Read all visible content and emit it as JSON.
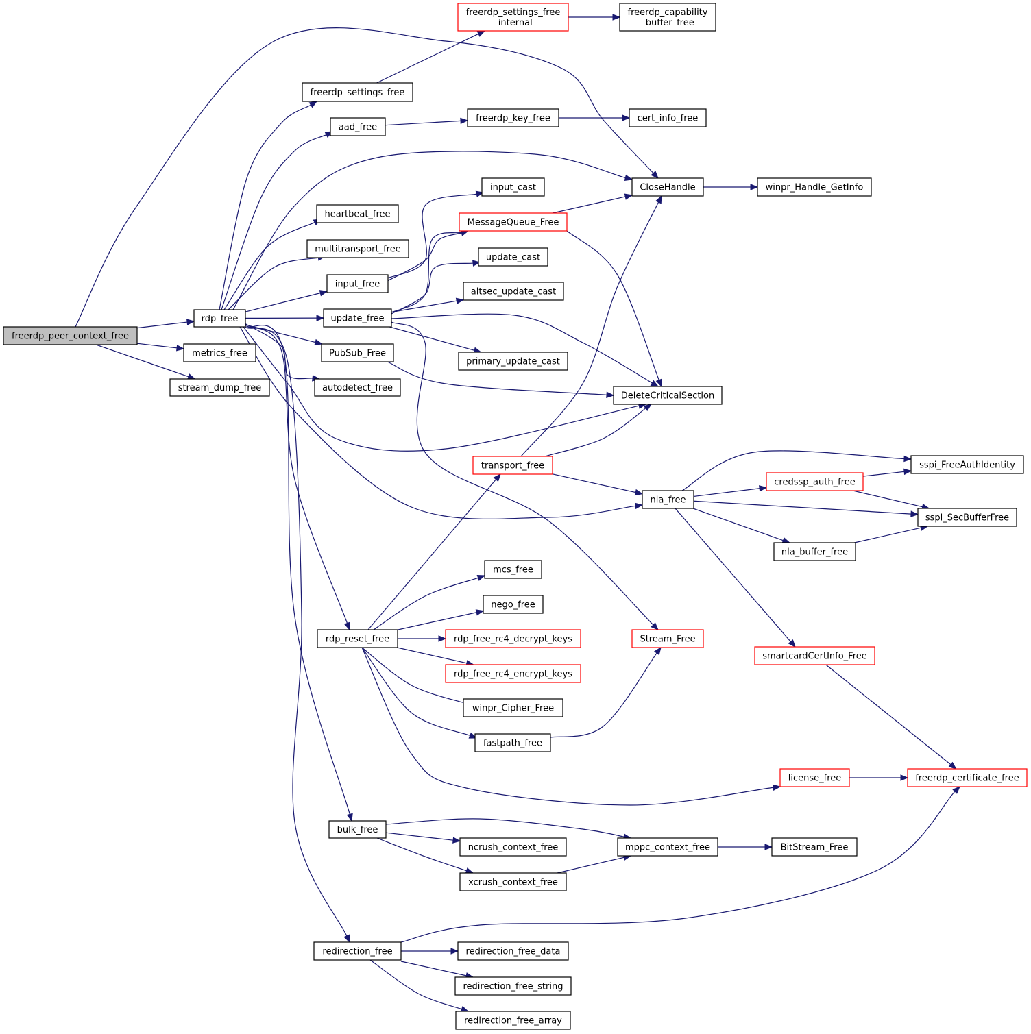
{
  "diagram": {
    "nodes": [
      {
        "id": "root",
        "lines": [
          "freerdp_peer_context_free"
        ],
        "style": "root"
      },
      {
        "id": "rdp_free",
        "lines": [
          "rdp_free"
        ],
        "style": "normal"
      },
      {
        "id": "metrics_free",
        "lines": [
          "metrics_free"
        ],
        "style": "normal"
      },
      {
        "id": "stream_dump_free",
        "lines": [
          "stream_dump_free"
        ],
        "style": "normal"
      },
      {
        "id": "freerdp_settings_free",
        "lines": [
          "freerdp_settings_free"
        ],
        "style": "normal"
      },
      {
        "id": "aad_free",
        "lines": [
          "aad_free"
        ],
        "style": "normal"
      },
      {
        "id": "heartbeat_free",
        "lines": [
          "heartbeat_free"
        ],
        "style": "normal"
      },
      {
        "id": "multitransport_free",
        "lines": [
          "multitransport_free"
        ],
        "style": "normal"
      },
      {
        "id": "input_free",
        "lines": [
          "input_free"
        ],
        "style": "normal"
      },
      {
        "id": "update_free",
        "lines": [
          "update_free"
        ],
        "style": "normal"
      },
      {
        "id": "PubSub_Free",
        "lines": [
          "PubSub_Free"
        ],
        "style": "normal"
      },
      {
        "id": "autodetect_free",
        "lines": [
          "autodetect_free"
        ],
        "style": "normal"
      },
      {
        "id": "rdp_reset_free",
        "lines": [
          "rdp_reset_free"
        ],
        "style": "normal"
      },
      {
        "id": "bulk_free",
        "lines": [
          "bulk_free"
        ],
        "style": "normal"
      },
      {
        "id": "redirection_free",
        "lines": [
          "redirection_free"
        ],
        "style": "normal"
      },
      {
        "id": "freerdp_settings_free_internal",
        "lines": [
          "freerdp_settings_free",
          "_internal"
        ],
        "style": "red"
      },
      {
        "id": "freerdp_key_free",
        "lines": [
          "freerdp_key_free"
        ],
        "style": "normal"
      },
      {
        "id": "input_cast",
        "lines": [
          "input_cast"
        ],
        "style": "normal"
      },
      {
        "id": "MessageQueue_Free",
        "lines": [
          "MessageQueue_Free"
        ],
        "style": "red"
      },
      {
        "id": "update_cast",
        "lines": [
          "update_cast"
        ],
        "style": "normal"
      },
      {
        "id": "altsec_update_cast",
        "lines": [
          "altsec_update_cast"
        ],
        "style": "normal"
      },
      {
        "id": "primary_update_cast",
        "lines": [
          "primary_update_cast"
        ],
        "style": "normal"
      },
      {
        "id": "transport_free",
        "lines": [
          "transport_free"
        ],
        "style": "red"
      },
      {
        "id": "mcs_free",
        "lines": [
          "mcs_free"
        ],
        "style": "normal"
      },
      {
        "id": "nego_free",
        "lines": [
          "nego_free"
        ],
        "style": "normal"
      },
      {
        "id": "rdp_free_rc4_decrypt_keys",
        "lines": [
          "rdp_free_rc4_decrypt_keys"
        ],
        "style": "red"
      },
      {
        "id": "rdp_free_rc4_encrypt_keys",
        "lines": [
          "rdp_free_rc4_encrypt_keys"
        ],
        "style": "red"
      },
      {
        "id": "winpr_Cipher_Free",
        "lines": [
          "winpr_Cipher_Free"
        ],
        "style": "normal"
      },
      {
        "id": "fastpath_free",
        "lines": [
          "fastpath_free"
        ],
        "style": "normal"
      },
      {
        "id": "ncrush_context_free",
        "lines": [
          "ncrush_context_free"
        ],
        "style": "normal"
      },
      {
        "id": "xcrush_context_free",
        "lines": [
          "xcrush_context_free"
        ],
        "style": "normal"
      },
      {
        "id": "redirection_free_data",
        "lines": [
          "redirection_free_data"
        ],
        "style": "normal"
      },
      {
        "id": "redirection_free_string",
        "lines": [
          "redirection_free_string"
        ],
        "style": "normal"
      },
      {
        "id": "redirection_free_array",
        "lines": [
          "redirection_free_array"
        ],
        "style": "normal"
      },
      {
        "id": "freerdp_capability_buffer_free",
        "lines": [
          "freerdp_capability",
          "_buffer_free"
        ],
        "style": "normal"
      },
      {
        "id": "cert_info_free",
        "lines": [
          "cert_info_free"
        ],
        "style": "normal"
      },
      {
        "id": "CloseHandle",
        "lines": [
          "CloseHandle"
        ],
        "style": "normal"
      },
      {
        "id": "DeleteCriticalSection",
        "lines": [
          "DeleteCriticalSection"
        ],
        "style": "normal"
      },
      {
        "id": "nla_free",
        "lines": [
          "nla_free"
        ],
        "style": "normal"
      },
      {
        "id": "Stream_Free",
        "lines": [
          "Stream_Free"
        ],
        "style": "red"
      },
      {
        "id": "mppc_context_free",
        "lines": [
          "mppc_context_free"
        ],
        "style": "normal"
      },
      {
        "id": "winpr_Handle_GetInfo",
        "lines": [
          "winpr_Handle_GetInfo"
        ],
        "style": "normal"
      },
      {
        "id": "credssp_auth_free",
        "lines": [
          "credssp_auth_free"
        ],
        "style": "red"
      },
      {
        "id": "nla_buffer_free",
        "lines": [
          "nla_buffer_free"
        ],
        "style": "normal"
      },
      {
        "id": "smartcardCertInfo_Free",
        "lines": [
          "smartcardCertInfo_Free"
        ],
        "style": "red"
      },
      {
        "id": "license_free",
        "lines": [
          "license_free"
        ],
        "style": "red"
      },
      {
        "id": "BitStream_Free",
        "lines": [
          "BitStream_Free"
        ],
        "style": "normal"
      },
      {
        "id": "sspi_FreeAuthIdentity",
        "lines": [
          "sspi_FreeAuthIdentity"
        ],
        "style": "normal"
      },
      {
        "id": "sspi_SecBufferFree",
        "lines": [
          "sspi_SecBufferFree"
        ],
        "style": "normal"
      },
      {
        "id": "freerdp_certificate_free",
        "lines": [
          "freerdp_certificate_free"
        ],
        "style": "red"
      }
    ],
    "edges": [
      [
        "root",
        "rdp_free"
      ],
      [
        "root",
        "metrics_free"
      ],
      [
        "root",
        "stream_dump_free"
      ],
      [
        "root",
        "CloseHandle"
      ],
      [
        "rdp_free",
        "freerdp_settings_free"
      ],
      [
        "rdp_free",
        "aad_free"
      ],
      [
        "rdp_free",
        "heartbeat_free"
      ],
      [
        "rdp_free",
        "multitransport_free"
      ],
      [
        "rdp_free",
        "input_free"
      ],
      [
        "rdp_free",
        "update_free"
      ],
      [
        "rdp_free",
        "PubSub_Free"
      ],
      [
        "rdp_free",
        "autodetect_free"
      ],
      [
        "rdp_free",
        "rdp_reset_free"
      ],
      [
        "rdp_free",
        "bulk_free"
      ],
      [
        "rdp_free",
        "redirection_free"
      ],
      [
        "rdp_free",
        "CloseHandle"
      ],
      [
        "rdp_free",
        "DeleteCriticalSection"
      ],
      [
        "rdp_free",
        "nla_free"
      ],
      [
        "freerdp_settings_free",
        "freerdp_settings_free_internal"
      ],
      [
        "freerdp_settings_free_internal",
        "freerdp_capability_buffer_free"
      ],
      [
        "aad_free",
        "freerdp_key_free"
      ],
      [
        "freerdp_key_free",
        "cert_info_free"
      ],
      [
        "input_free",
        "input_cast"
      ],
      [
        "input_free",
        "MessageQueue_Free"
      ],
      [
        "update_free",
        "MessageQueue_Free"
      ],
      [
        "update_free",
        "update_cast"
      ],
      [
        "update_free",
        "altsec_update_cast"
      ],
      [
        "update_free",
        "primary_update_cast"
      ],
      [
        "update_free",
        "DeleteCriticalSection"
      ],
      [
        "update_free",
        "Stream_Free"
      ],
      [
        "PubSub_Free",
        "DeleteCriticalSection"
      ],
      [
        "MessageQueue_Free",
        "CloseHandle"
      ],
      [
        "MessageQueue_Free",
        "DeleteCriticalSection"
      ],
      [
        "CloseHandle",
        "winpr_Handle_GetInfo"
      ],
      [
        "rdp_reset_free",
        "transport_free"
      ],
      [
        "rdp_reset_free",
        "mcs_free"
      ],
      [
        "rdp_reset_free",
        "nego_free"
      ],
      [
        "rdp_reset_free",
        "rdp_free_rc4_decrypt_keys"
      ],
      [
        "rdp_reset_free",
        "rdp_free_rc4_encrypt_keys"
      ],
      [
        "rdp_reset_free",
        "winpr_Cipher_Free"
      ],
      [
        "rdp_reset_free",
        "fastpath_free"
      ],
      [
        "rdp_reset_free",
        "license_free"
      ],
      [
        "transport_free",
        "CloseHandle"
      ],
      [
        "transport_free",
        "DeleteCriticalSection"
      ],
      [
        "transport_free",
        "nla_free"
      ],
      [
        "fastpath_free",
        "Stream_Free"
      ],
      [
        "nla_free",
        "credssp_auth_free"
      ],
      [
        "nla_free",
        "sspi_FreeAuthIdentity"
      ],
      [
        "nla_free",
        "sspi_SecBufferFree"
      ],
      [
        "nla_free",
        "nla_buffer_free"
      ],
      [
        "nla_free",
        "smartcardCertInfo_Free"
      ],
      [
        "credssp_auth_free",
        "sspi_FreeAuthIdentity"
      ],
      [
        "credssp_auth_free",
        "sspi_SecBufferFree"
      ],
      [
        "nla_buffer_free",
        "sspi_SecBufferFree"
      ],
      [
        "smartcardCertInfo_Free",
        "freerdp_certificate_free"
      ],
      [
        "license_free",
        "freerdp_certificate_free"
      ],
      [
        "bulk_free",
        "mppc_context_free"
      ],
      [
        "bulk_free",
        "ncrush_context_free"
      ],
      [
        "bulk_free",
        "xcrush_context_free"
      ],
      [
        "xcrush_context_free",
        "mppc_context_free"
      ],
      [
        "mppc_context_free",
        "BitStream_Free"
      ],
      [
        "redirection_free",
        "redirection_free_data"
      ],
      [
        "redirection_free",
        "redirection_free_string"
      ],
      [
        "redirection_free",
        "redirection_free_array"
      ],
      [
        "redirection_free",
        "freerdp_certificate_free"
      ]
    ]
  }
}
